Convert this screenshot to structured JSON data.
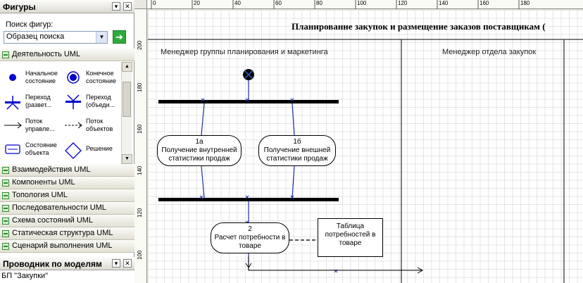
{
  "shapes_panel": {
    "title": "Фигуры",
    "search_label": "Поиск фигур:",
    "search_placeholder": "Образец поиска",
    "go_button": "➔",
    "active_stencil": "Деятельность UML",
    "shapes": [
      {
        "icon": "initial-state-icon",
        "label": "Начальное состояние"
      },
      {
        "icon": "final-state-icon",
        "label": "Конечное состояние"
      },
      {
        "icon": "transition-fork-icon",
        "label": "Переход (развет..."
      },
      {
        "icon": "transition-join-icon",
        "label": "Переход (объеди..."
      },
      {
        "icon": "control-flow-icon",
        "label": "Поток управле..."
      },
      {
        "icon": "object-flow-icon",
        "label": "Поток объектов"
      },
      {
        "icon": "object-state-icon",
        "label": "Состояние объекта"
      },
      {
        "icon": "decision-icon",
        "label": "Решение"
      }
    ],
    "stencils": [
      "Взаимодействия UML",
      "Компоненты UML",
      "Топология UML",
      "Последовательности UML",
      "Схема состояний UML",
      "Статическая структура UML",
      "Сценарий выполнения UML"
    ]
  },
  "model_explorer": {
    "title": "Проводник по моделям",
    "item": "БП \"Закупки\""
  },
  "ruler": {
    "top": [
      "0",
      "20",
      "40",
      "60",
      "80",
      "100",
      "120",
      "140",
      "160",
      "180"
    ],
    "left": [
      "200",
      "180",
      "160",
      "140",
      "120",
      "100"
    ]
  },
  "diagram": {
    "title": "Планирование закупок и размещение заказов поставщикам (",
    "lanes": [
      "Менеджер группы планирования и маркетинга",
      "Менеджер отдела закупок"
    ],
    "activities": [
      {
        "num": "1а",
        "text": "Получение внутренней статистики продаж"
      },
      {
        "num": "1б",
        "text": "Получение внешней статистики продаж"
      },
      {
        "num": "2",
        "text": "Расчет потребности в товаре"
      }
    ],
    "object": "Таблица потребностей в товаре"
  },
  "colors": {
    "accent_green": "#2eaa3a",
    "shape_blue": "#0000cc",
    "flow_blue": "#1c2fa8"
  }
}
